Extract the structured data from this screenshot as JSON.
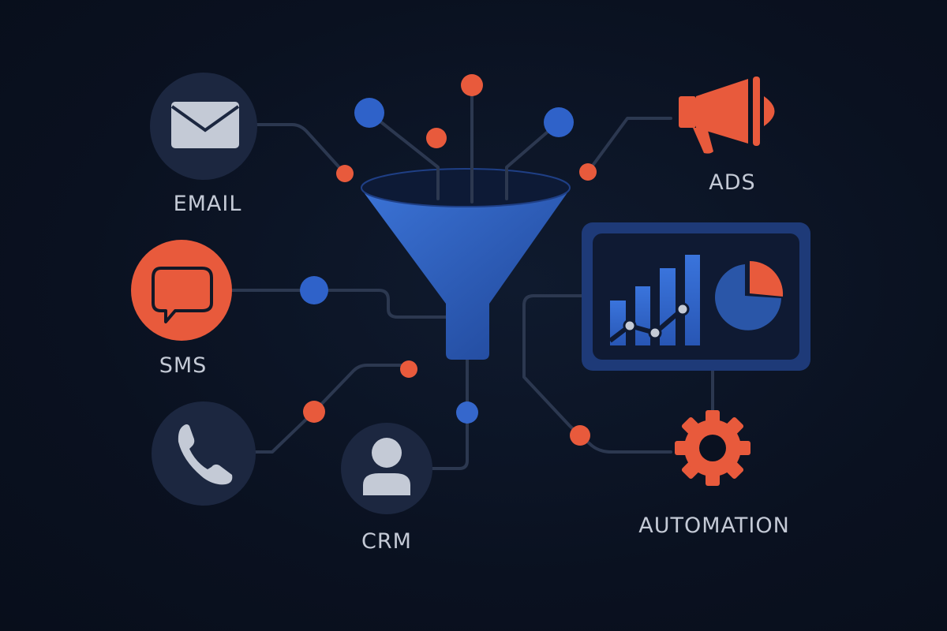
{
  "nodes": {
    "email": {
      "label": "EMAIL",
      "icon": "envelope-icon"
    },
    "sms": {
      "label": "SMS",
      "icon": "chat-bubble-icon"
    },
    "phone": {
      "icon": "phone-icon"
    },
    "crm": {
      "label": "CRM",
      "icon": "user-icon"
    },
    "ads": {
      "label": "ADS",
      "icon": "megaphone-icon"
    },
    "analytics": {
      "icon": "dashboard-chart-icon"
    },
    "automation": {
      "label": "AUTOMATION",
      "icon": "gear-icon"
    }
  },
  "center": {
    "icon": "funnel-icon"
  },
  "colors": {
    "background": "#0a1120",
    "orange": "#e85a3c",
    "blue": "#2f62c9",
    "node": "#1c2740",
    "line": "#2c3850",
    "text": "#c4cad6"
  }
}
